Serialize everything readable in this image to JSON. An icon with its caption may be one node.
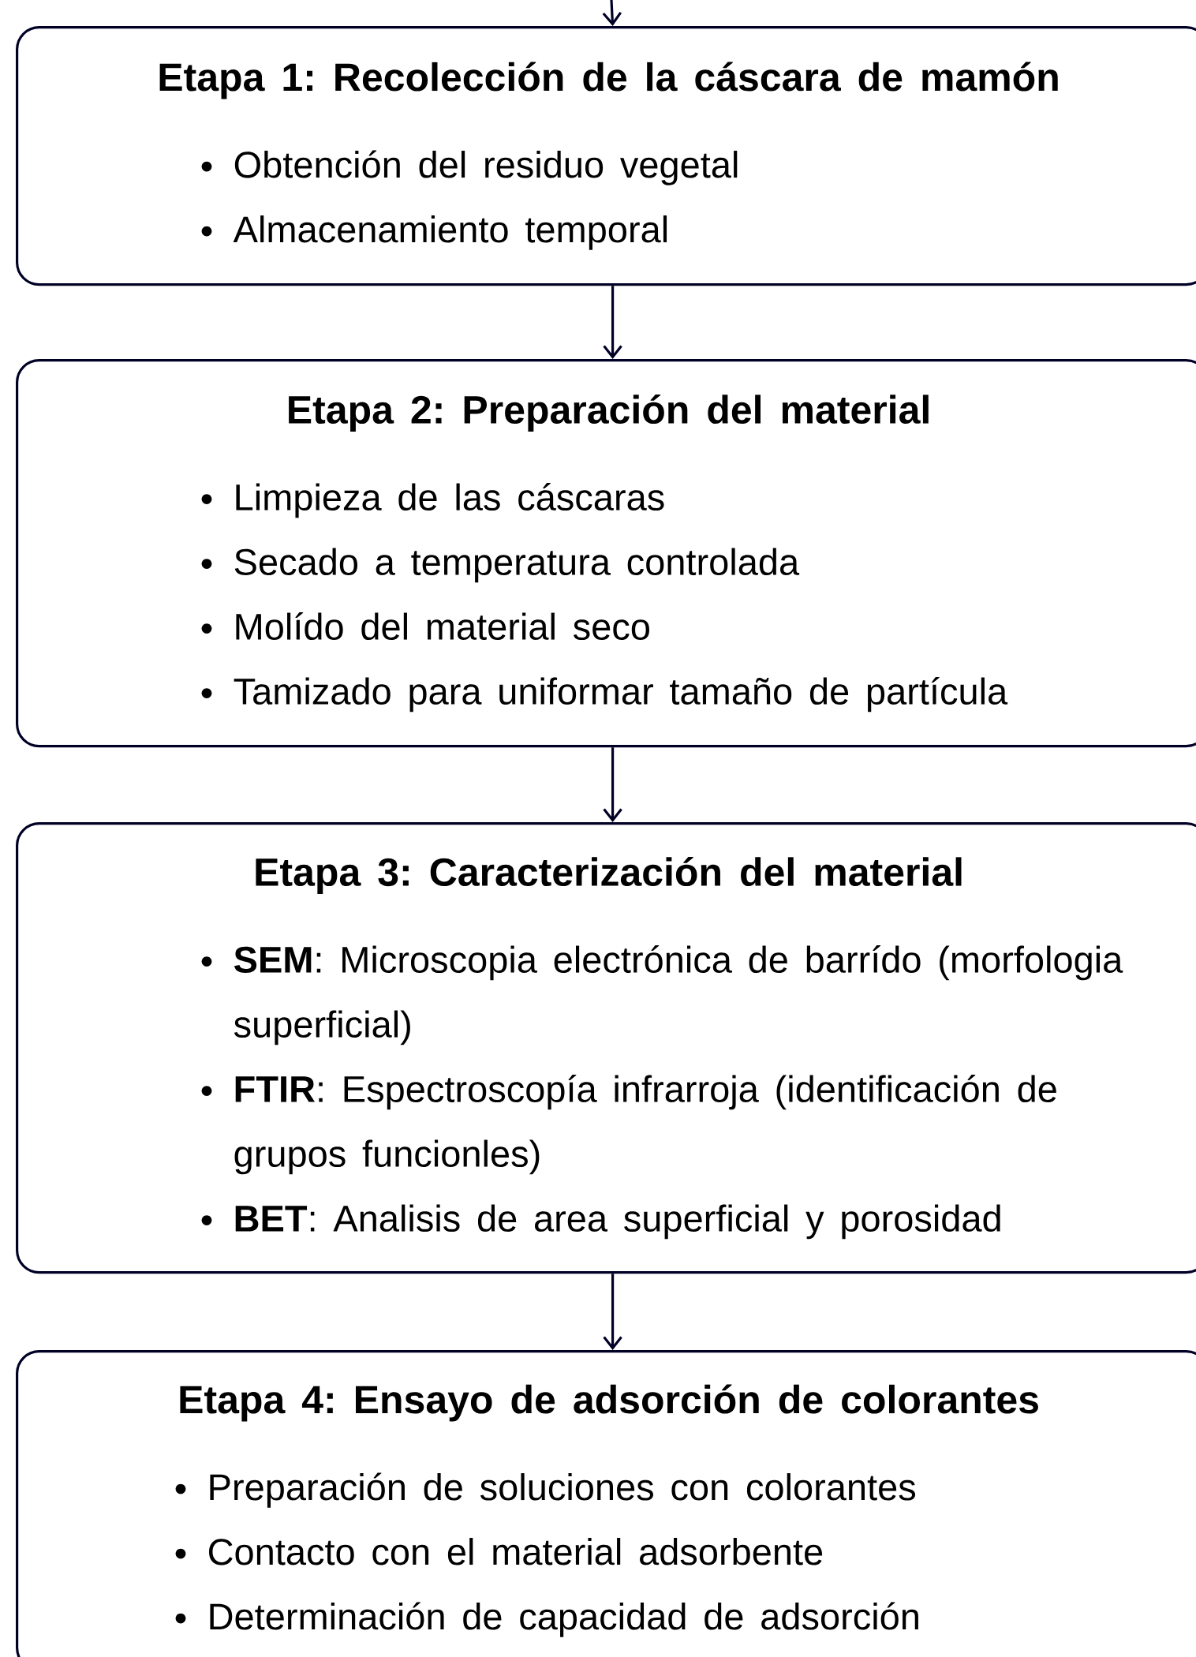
{
  "diagram": {
    "nodes": [
      {
        "text": [
          "Etapa 1: Recolección de la cáscara de mamón",
          "Obtención del residuo vegetal",
          "Almacenamiento temporal"
        ]
      },
      {
        "text": [
          "Etapa 2: Preparación del material",
          "Limpieza de las cáscaras",
          "Secado a temperatura controlada",
          "Molído del material seco",
          "Tamizado para uniformar tamaño de partícula"
        ]
      },
      {
        "text": [
          "Etapa 3: Caracterización del material",
          "**SEM**: Microscopia electrónica de barrído (morfologia superficial)",
          "**FTIR**: Espectroscopía infrarroja (identificación de grupos funcionles)",
          "**BET**: Analisis de area superficial y porosidad"
        ]
      },
      {
        "text": [
          "Etapa 4: Ensayo de adsorción de colorantes",
          "Preparación de soluciones con colorantes",
          "Contacto con el material adsorbente",
          "Determinación de capacidad de adsorción"
        ]
      }
    ],
    "edges": [
      {
        "from": null,
        "to": 0,
        "arrow": "to"
      },
      {
        "from": 0,
        "to": 1,
        "arrow": "to"
      },
      {
        "from": 1,
        "to": 2,
        "arrow": "to"
      },
      {
        "from": 2,
        "to": 3,
        "arrow": "to"
      }
    ]
  }
}
